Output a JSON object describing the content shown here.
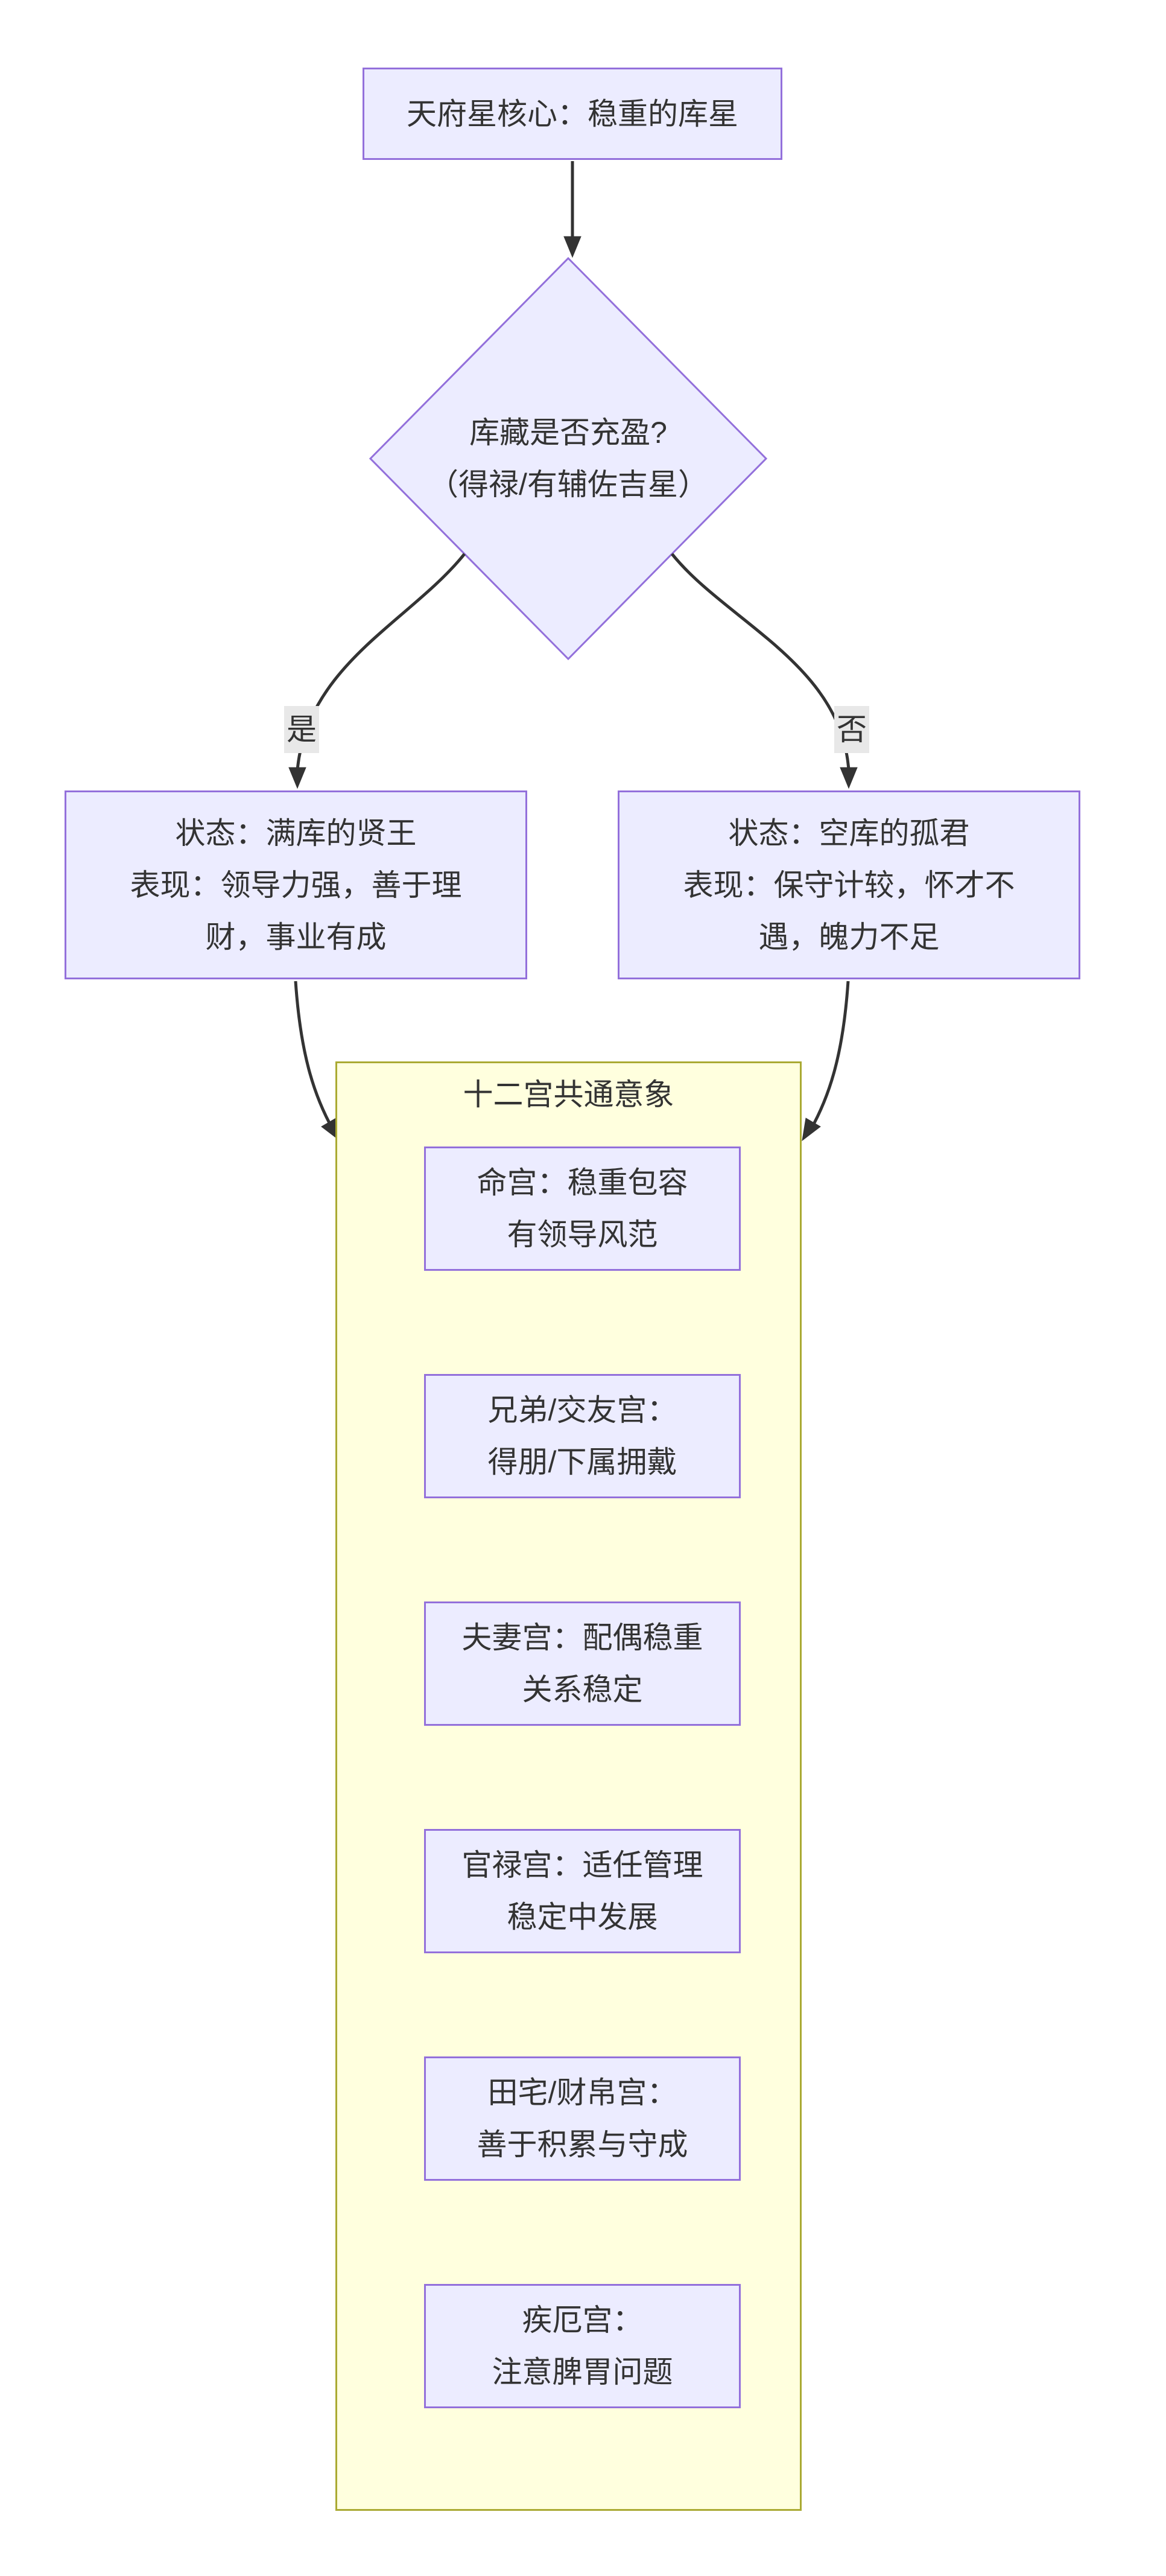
{
  "colors": {
    "node_fill": "#ECECFF",
    "node_border": "#9370DB",
    "cluster_fill": "#FFFFDE",
    "cluster_border": "#AAAA33",
    "edge": "#333333",
    "text": "#333333",
    "edge_label_bg": "#E8E8E8"
  },
  "diagram": {
    "root": {
      "lines": [
        "天府星核心：稳重的库星"
      ]
    },
    "decision": {
      "lines": [
        "库藏是否充盈?",
        "（得禄/有辅佐吉星）"
      ]
    },
    "branches": {
      "yes": "是",
      "no": "否"
    },
    "full_state": {
      "lines": [
        "状态：满库的贤王",
        "表现：领导力强，善于理",
        "财，事业有成"
      ]
    },
    "empty_state": {
      "lines": [
        "状态：空库的孤君",
        "表现：保守计较，怀才不",
        "遇，魄力不足"
      ]
    },
    "cluster": {
      "title": "十二宫共通意象",
      "palaces": [
        {
          "lines": [
            "命宫：稳重包容",
            "有领导风范"
          ]
        },
        {
          "lines": [
            "兄弟/交友宫：",
            "得朋/下属拥戴"
          ]
        },
        {
          "lines": [
            "夫妻宫：配偶稳重",
            "关系稳定"
          ]
        },
        {
          "lines": [
            "官禄宫：适任管理",
            "稳定中发展"
          ]
        },
        {
          "lines": [
            "田宅/财帛宫：",
            "善于积累与守成"
          ]
        },
        {
          "lines": [
            "疾厄宫：",
            "注意脾胃问题"
          ]
        }
      ]
    }
  }
}
